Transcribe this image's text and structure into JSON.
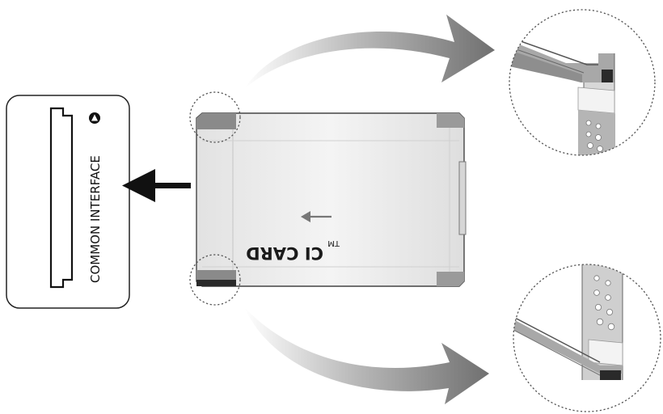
{
  "slot_panel": {
    "label": "COMMON INTERFACE",
    "indicator_icon": "up-triangle-in-circle-icon"
  },
  "ci_card": {
    "label": "CI CARD",
    "trademark": "TM"
  },
  "icons": {
    "insert_arrow": "left-arrow-icon",
    "card_direction_arrow": "left-arrow-icon",
    "curved_arrow_top": "curved-arrow-icon",
    "curved_arrow_bottom": "curved-arrow-icon",
    "zoom_top": "magnified-detail-icon",
    "zoom_bottom": "magnified-detail-icon"
  },
  "colors": {
    "outline": "#222222",
    "card_fill": "#eeeeee",
    "card_shade": "#d4d4d4",
    "corner_accent": "#8a8a8a",
    "arrow_gray": "#6f6f6f",
    "dotted": "#555555"
  }
}
